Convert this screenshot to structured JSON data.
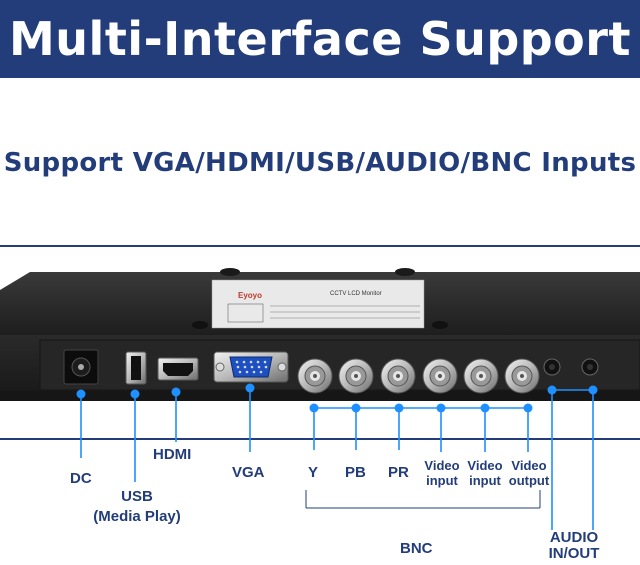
{
  "header": {
    "title": "Multi-Interface Support",
    "subtitle": "Support VGA/HDMI/USB/AUDIO/BNC Inputs"
  },
  "rear_panel": {
    "sticker_brand": "Eyoyo",
    "sticker_title": "CCTV LCD Monitor"
  },
  "ports": {
    "dc": "DC",
    "usb": "USB",
    "usb_note": "(Media Play)",
    "hdmi": "HDMI",
    "vga": "VGA",
    "y": "Y",
    "pb": "PB",
    "pr": "PR",
    "video_input_1": "Video input",
    "video_input_2": "Video input",
    "video_output": "Video output",
    "bnc_group": "BNC",
    "audio": "AUDIO IN/OUT"
  },
  "colors": {
    "brand": "#233d7a",
    "callout": "#1e90ff",
    "chassis": "#2b2b2b",
    "background": "#ffffff"
  }
}
